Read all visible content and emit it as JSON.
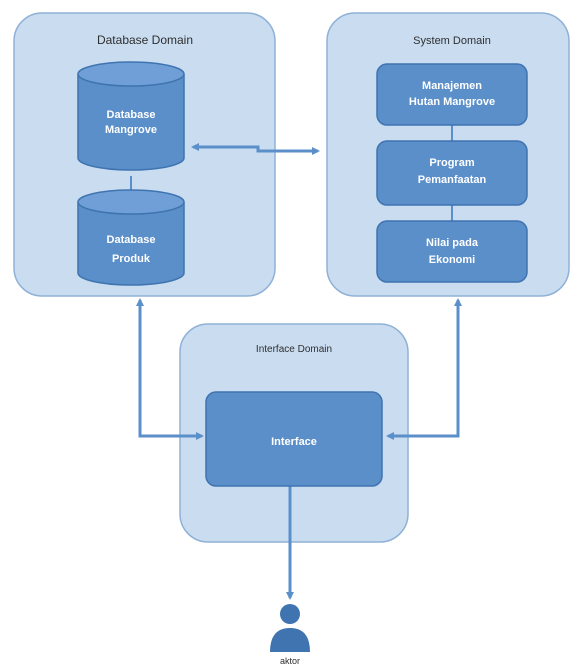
{
  "domains": {
    "database": {
      "label": "Database Domain"
    },
    "system": {
      "label": "System Domain"
    },
    "interface": {
      "label": "Interface Domain"
    }
  },
  "nodes": {
    "db_mangrove": {
      "line1": "Database",
      "line2": "Mangrove"
    },
    "db_produk": {
      "line1": "Database",
      "line2": "Produk"
    },
    "mgmt_hutan": {
      "line1": "Manajemen",
      "line2": "Hutan Mangrove"
    },
    "program": {
      "line1": "Program",
      "line2": "Pemanfaatan"
    },
    "nilai": {
      "line1": "Nilai pada",
      "line2": "Ekonomi"
    },
    "interface": {
      "line1": "Interface"
    }
  },
  "actor": {
    "label": "aktor",
    "icon": "user-icon"
  },
  "colors": {
    "domain_fill": "#c9dcf0",
    "domain_stroke": "#8fb1d6",
    "node_fill": "#5b8fca",
    "node_stroke": "#3f74b0",
    "arrow": "#5b8fca"
  }
}
